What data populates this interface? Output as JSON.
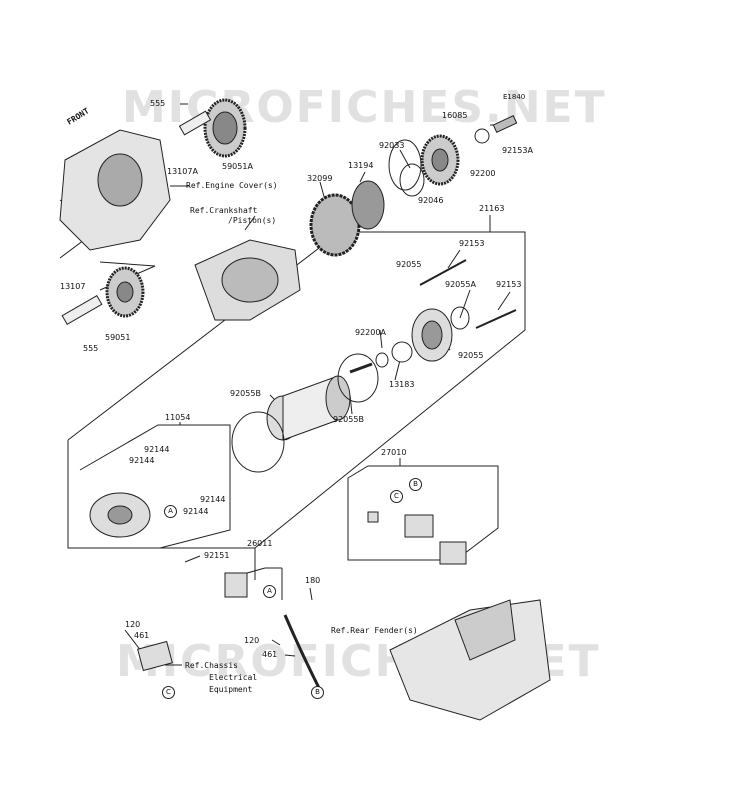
{
  "watermark": "MICROFICHES.NET",
  "diagram_code": "E1840",
  "front_label": "FRONT",
  "parts": {
    "p555a": "555",
    "p13107a": "13107A",
    "p59051a": "59051A",
    "p16085": "16085",
    "p92153a": "92153A",
    "p92200": "92200",
    "p92033": "92033",
    "p13194": "13194",
    "p92046": "92046",
    "p32099": "32099",
    "p21163": "21163",
    "p92153": "92153",
    "p92055": "92055",
    "p92055a": "92055A",
    "p92153b": "92153",
    "p92055c": "92055",
    "p92200a": "92200A",
    "p13183": "13183",
    "p92055b": "92055B",
    "p92055b2": "92055B",
    "p13107": "13107",
    "p59051": "59051",
    "p555": "555",
    "p11054": "11054",
    "p92144a": "92144",
    "p92144b": "92144",
    "p92144c": "92144",
    "p92144d": "92144",
    "p92151": "92151",
    "p27010": "27010",
    "p26011": "26011",
    "p180": "180",
    "p120a": "120",
    "p461a": "461",
    "p120b": "120",
    "p461b": "461"
  },
  "refs": {
    "engine_cover": "Ref.Engine Cover(s)",
    "crankshaft_line1": "Ref.Crankshaft",
    "crankshaft_line2": "/Piston(s)",
    "rear_fender": "Ref.Rear Fender(s)",
    "chassis_line1": "Ref.Chassis",
    "chassis_line2": "Electrical",
    "chassis_line3": "Equipment"
  },
  "markers": {
    "A": "A",
    "B": "B",
    "C": "C"
  }
}
